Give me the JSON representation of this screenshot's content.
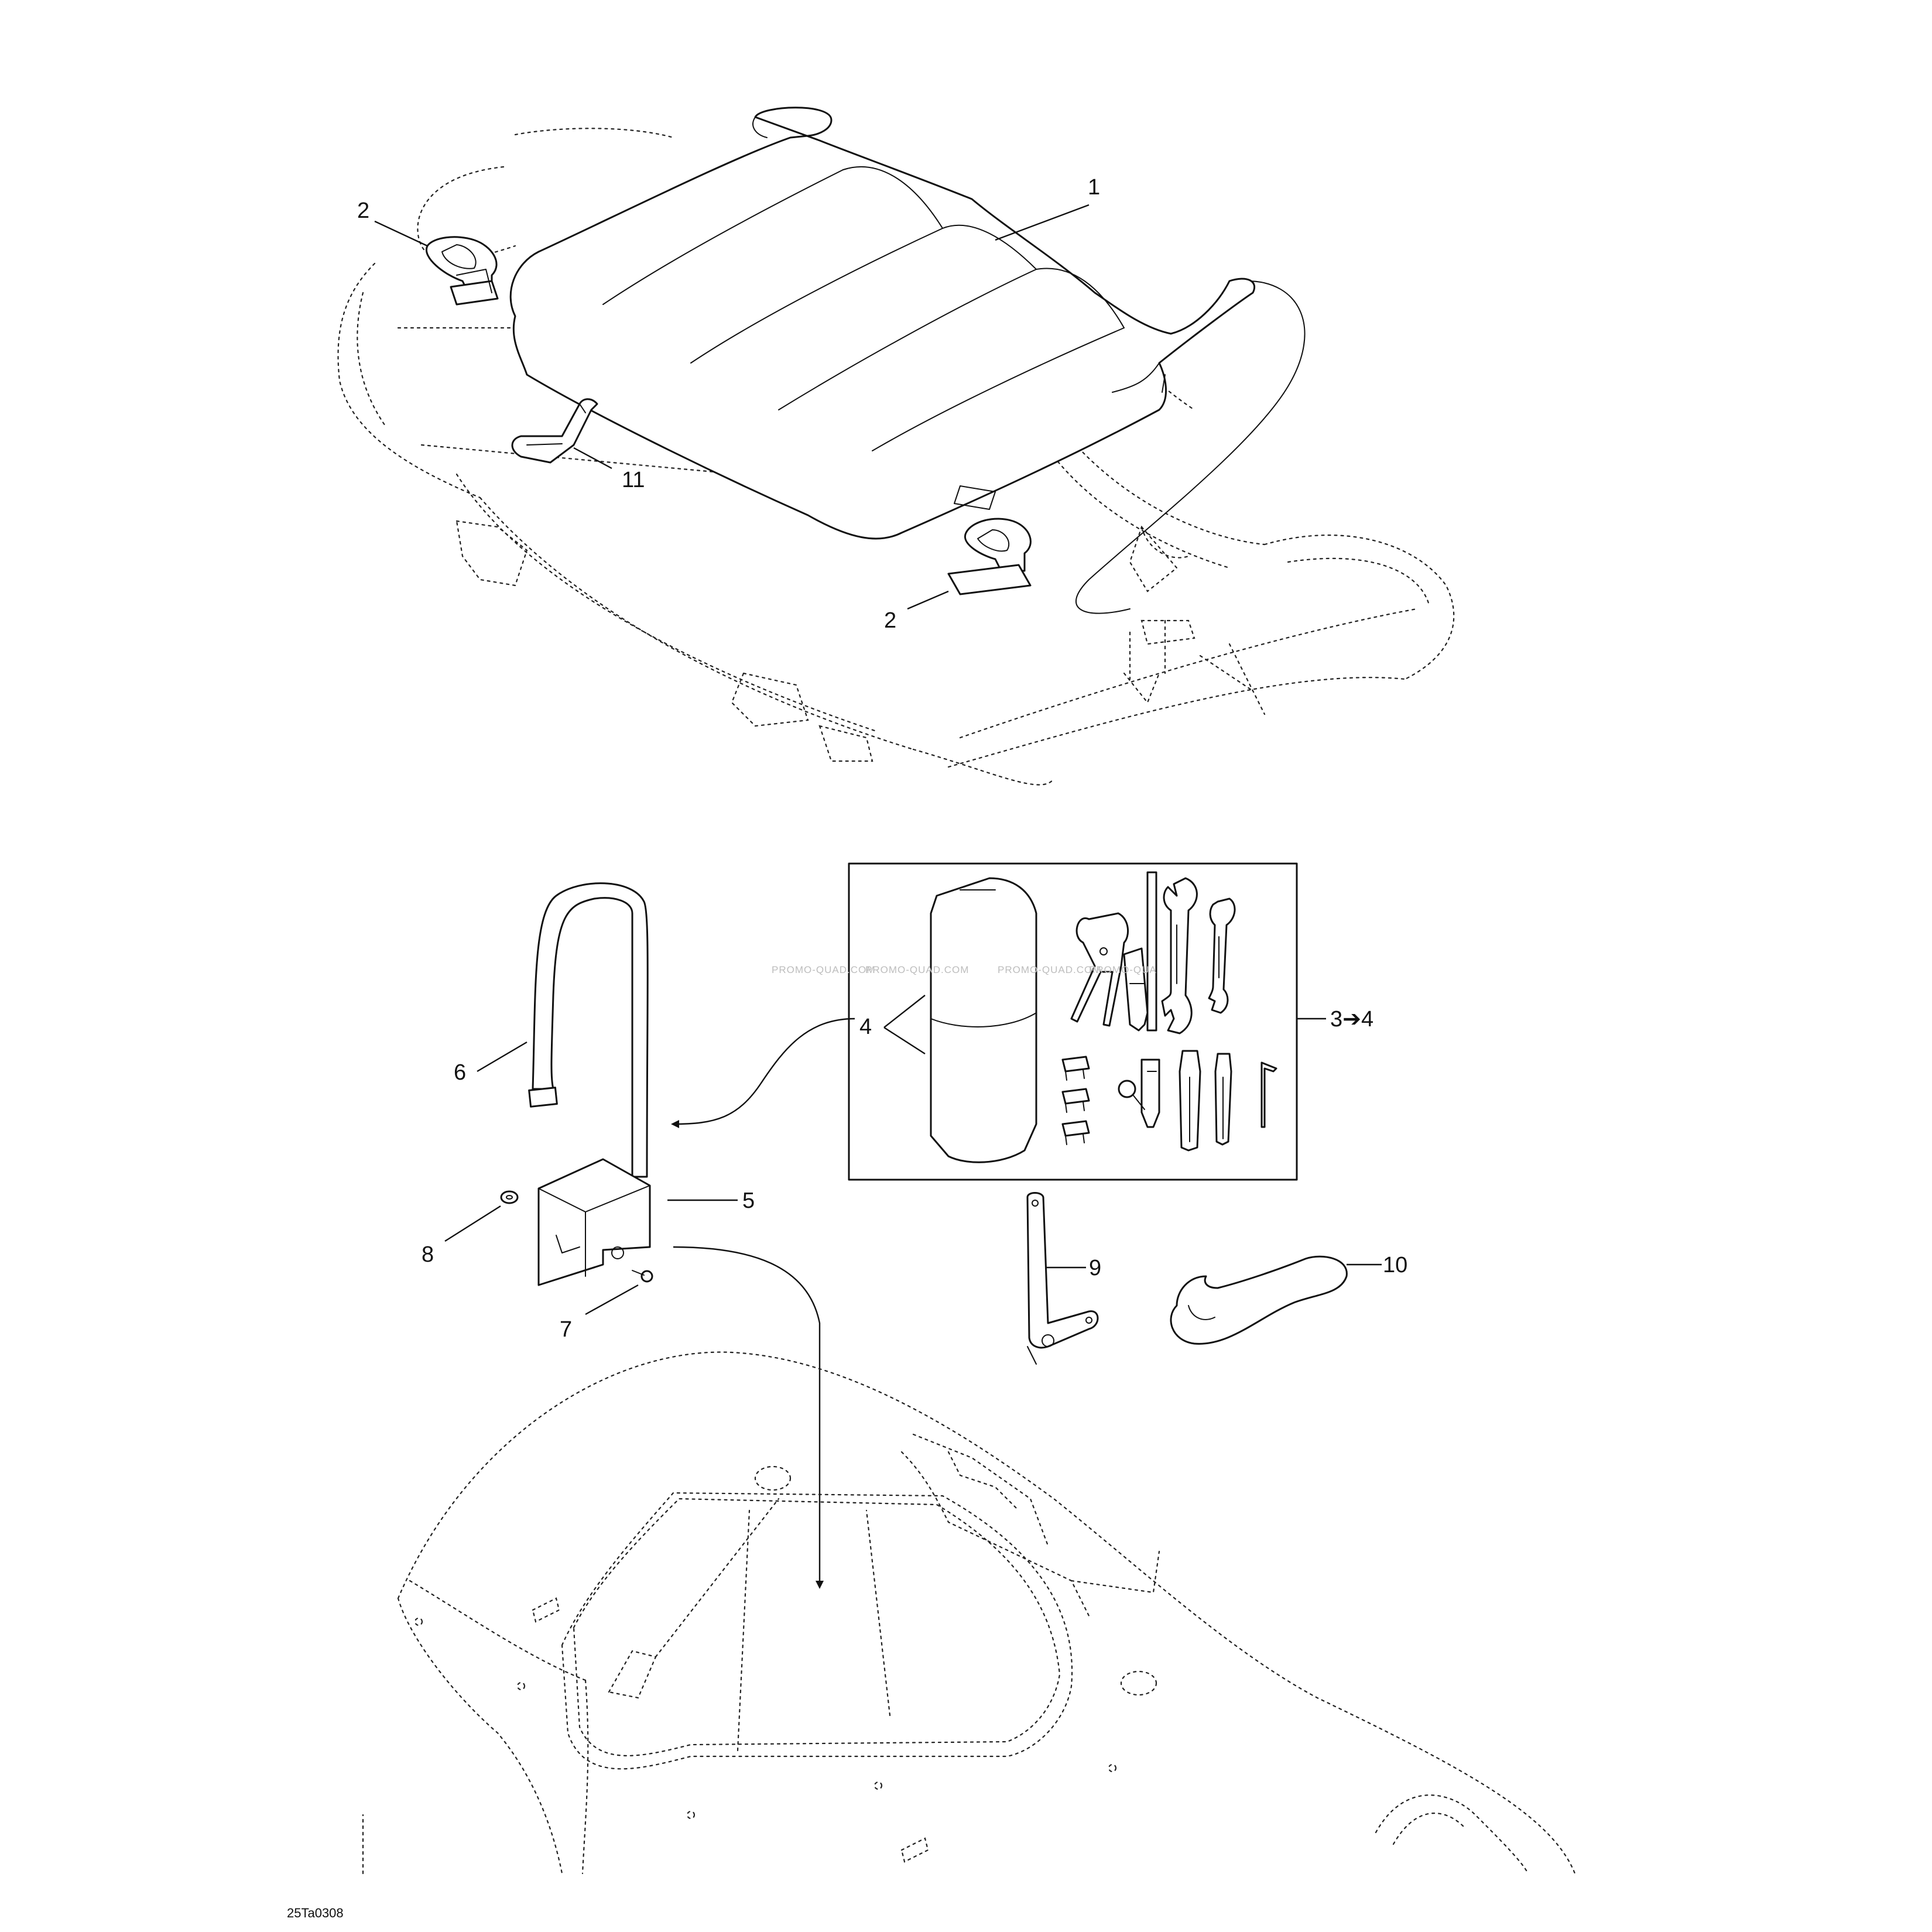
{
  "diagram": {
    "callouts": {
      "c1": "1",
      "c2a": "2",
      "c2b": "2",
      "c11": "11",
      "c34": "3➔4",
      "c4": "4",
      "c5": "5",
      "c6": "6",
      "c7": "7",
      "c8": "8",
      "c9": "9",
      "c10": "10"
    },
    "drawing_code": "25Ta0308",
    "watermarks": [
      "PROMO-QUAD.COM",
      "PROMO-QUAD.COM",
      "PROMO-QUAD.COM",
      "PROMO-QUA"
    ]
  }
}
